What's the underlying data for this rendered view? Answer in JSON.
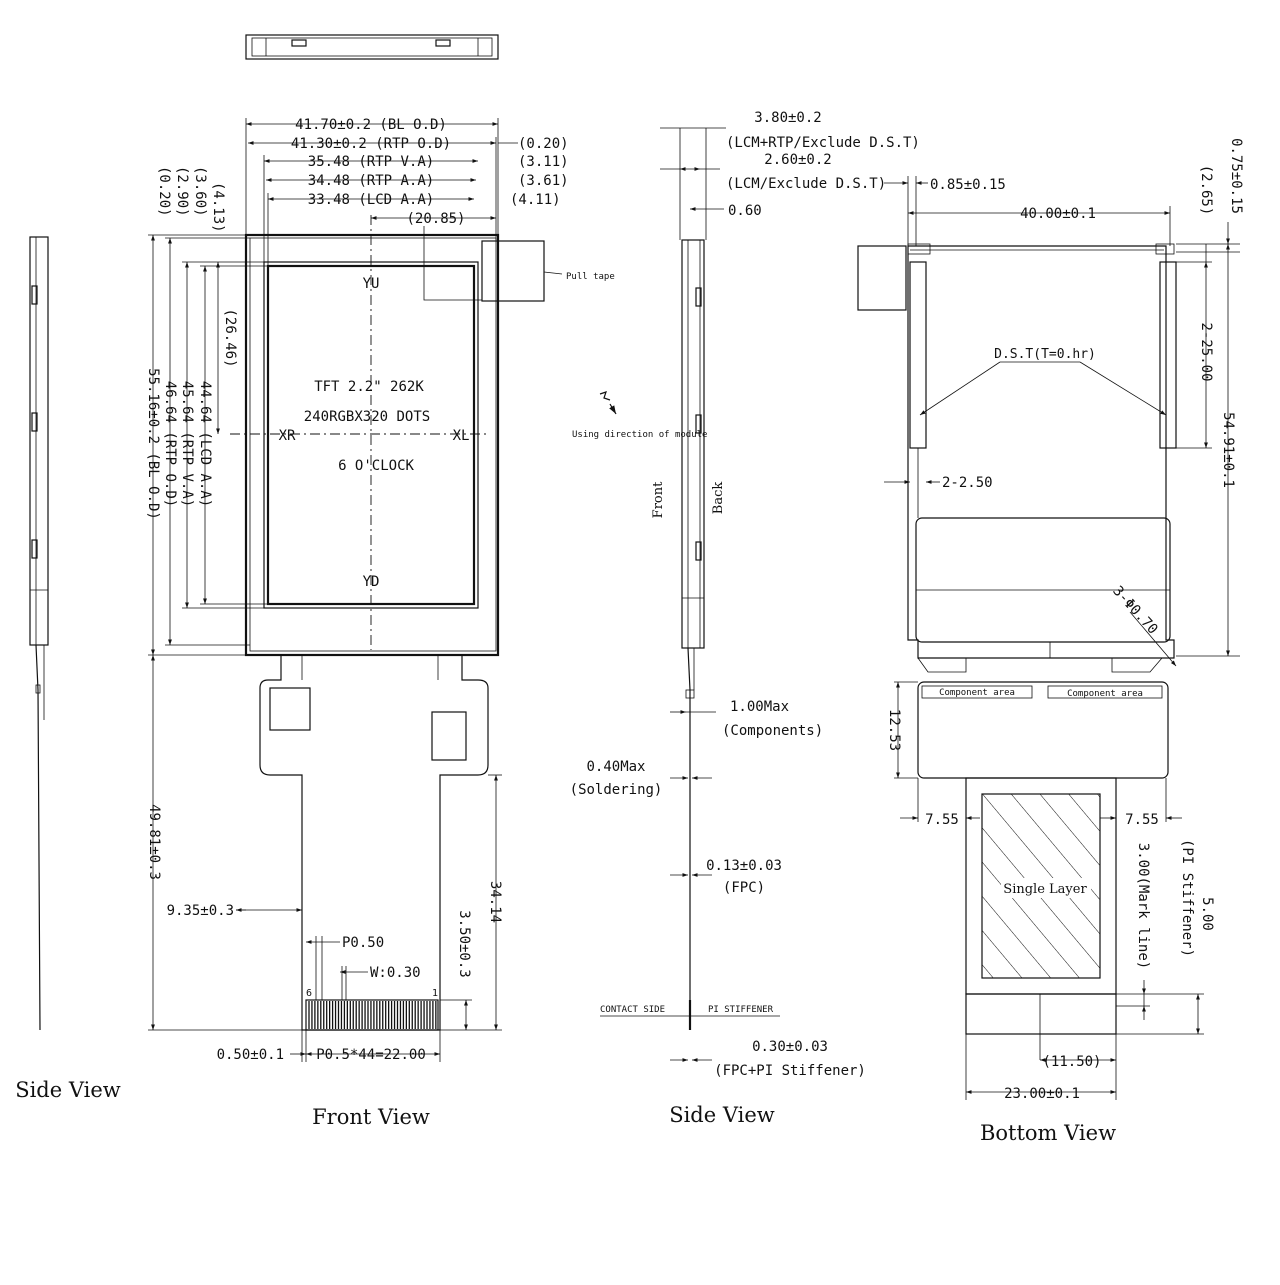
{
  "views": {
    "side_left": "Side View",
    "front": "Front View",
    "side_middle": "Side View",
    "bottom": "Bottom View"
  },
  "front": {
    "top_dims": [
      "41.70±0.2 (BL O.D)",
      "41.30±0.2 (RTP O.D)",
      "35.48 (RTP V.A)",
      "34.48 (RTP A.A)",
      "33.48 (LCD A.A)"
    ],
    "right_offsets": [
      "(0.20)",
      "(3.11)",
      "(3.61)",
      "(4.11)"
    ],
    "dim_20_85": "(20.85)",
    "left_offsets": [
      "(0.20)",
      "(2.90)",
      "(3.60)",
      "(4.13)"
    ],
    "vertical_dims": [
      "55.16±0.2 (BL O.D)",
      "46.64 (RTP O.D)",
      "45.64 (RTP V.A)",
      "44.64 (LCD A.A)"
    ],
    "dim_26_46": "(26.46)",
    "pull_tape": "Pull tape",
    "marks": {
      "yu": "YU",
      "yd": "YD",
      "xr": "XR",
      "xl": "XL"
    },
    "center_text": [
      "TFT 2.2\" 262K",
      "240RGBX320 DOTS",
      "6 O'CLOCK"
    ],
    "dim_49_81": "49.81±0.3",
    "dim_34_14": "34.14",
    "dim_3_50": "3.50±0.3",
    "dim_9_35": "9.35±0.3",
    "pitch": "P0.50",
    "width": "W:0.30",
    "pin_first": "6",
    "pin_last": "1",
    "dim_0_50": "0.50±0.1",
    "dim_pitch_total": "P0.5*44=22.00"
  },
  "side": {
    "dim_3_80": "3.80±0.2",
    "dim_3_80_note": "(LCM+RTP/Exclude D.S.T)",
    "dim_2_60": "2.60±0.2",
    "dim_2_60_note": "(LCM/Exclude D.S.T)",
    "dim_0_60": "0.60",
    "using_direction": "Using direction of module",
    "front_label": "Front",
    "back_label": "Back",
    "dim_components": "1.00Max",
    "components_note": "(Components)",
    "dim_soldering": "0.40Max",
    "soldering_note": "(Soldering)",
    "dim_fpc": "0.13±0.03",
    "fpc_note": "(FPC)",
    "contact_side": "CONTACT SIDE",
    "pi_stiffener": "PI STIFFENER",
    "dim_fpc_pi": "0.30±0.03",
    "fpc_pi_note": "(FPC+PI Stiffener)"
  },
  "bottom": {
    "dim_0_85": "0.85±0.15",
    "dim_40_00": "40.00±0.1",
    "dim_0_75": "0.75±0.15",
    "dim_2_65": "(2.65)",
    "dst_label": "D.S.T(T=0.hr)",
    "dim_2_25": "2-25.00",
    "dim_54_91": "54.91±0.1",
    "dim_2_2_50": "2-2.50",
    "dim_holes": "3-Φ0.70",
    "component_area": "Component area",
    "dim_12_53": "12.53",
    "dim_7_55": "7.55",
    "single_layer": "Single Layer",
    "dim_5_00": "5.00",
    "dim_5_00_note": "(PI Stiffener)",
    "dim_3_00": "3.00(Mark line)",
    "dim_11_50": "(11.50)",
    "dim_23_00": "23.00±0.1"
  }
}
